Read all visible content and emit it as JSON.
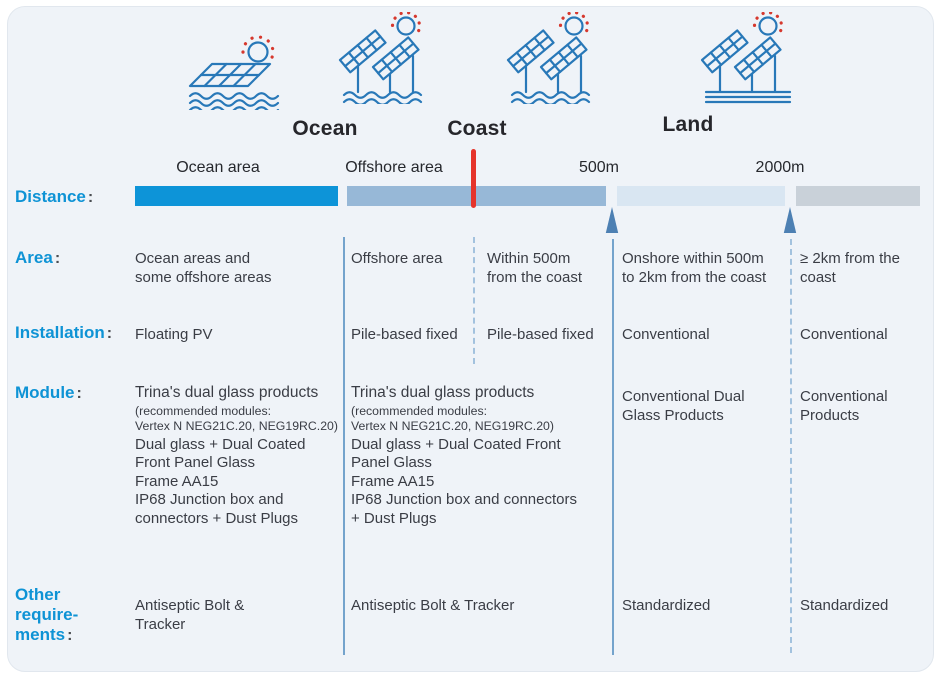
{
  "zones": {
    "labels": [
      {
        "text": "Ocean"
      },
      {
        "text": "Coast"
      },
      {
        "text": "Land"
      }
    ]
  },
  "icons": [
    {
      "name": "floating-pv-icon"
    },
    {
      "name": "offshore-pile-pv-icon"
    },
    {
      "name": "coast-pile-pv-icon"
    },
    {
      "name": "land-pv-icon"
    }
  ],
  "timeline": {
    "row_label": "Distance",
    "markers": [
      {
        "text": "Ocean area"
      },
      {
        "text": "Offshore area"
      },
      {
        "text": "500m"
      },
      {
        "text": "2000m"
      }
    ],
    "segments": [
      {
        "name": "ocean-segment",
        "color": "#0d94d8"
      },
      {
        "name": "offshore-segment",
        "color": "#97b8d7"
      },
      {
        "name": "coast-to-2km-segment",
        "color": "#d9e6f2"
      },
      {
        "name": "beyond-2km-segment",
        "color": "#c9d1d9"
      }
    ]
  },
  "punct": {
    "colon": ":"
  },
  "table": {
    "rows": [
      {
        "label": "Area",
        "cells": [
          {
            "text": "Ocean areas and\nsome offshore areas"
          },
          {
            "text": "Offshore area"
          },
          {
            "text": "Within 500m\nfrom the coast"
          },
          {
            "text": "Onshore within 500m\nto 2km from the coast"
          },
          {
            "text": "≥ 2km from the\ncoast"
          }
        ]
      },
      {
        "label": "Installation",
        "cells": [
          {
            "text": "Floating PV"
          },
          {
            "text": "Pile-based fixed"
          },
          {
            "text": "Pile-based fixed"
          },
          {
            "text": "Conventional"
          },
          {
            "text": "Conventional"
          }
        ]
      },
      {
        "label": "Module",
        "cells": [
          {
            "title": "Trina's dual glass products",
            "note": "(recommended modules:\nVertex N NEG21C.20, NEG19RC.20)",
            "body": "Dual glass + Dual Coated\nFront Panel Glass\nFrame AA15\nIP68 Junction box and\nconnectors + Dust Plugs"
          },
          {
            "title": "Trina's dual glass products",
            "note": "(recommended modules:\nVertex N NEG21C.20, NEG19RC.20)",
            "body": "Dual glass + Dual Coated Front\nPanel Glass\nFrame AA15\nIP68 Junction box and connectors\n+ Dust Plugs"
          },
          {
            "body": "Conventional Dual\nGlass Products"
          },
          {
            "body": "Conventional\nProducts"
          }
        ]
      },
      {
        "label": "Other\nrequire-\nments",
        "cells": [
          {
            "text": "Antiseptic Bolt &\nTracker"
          },
          {
            "text": "Antiseptic Bolt & Tracker"
          },
          {
            "text": "Standardized"
          },
          {
            "text": "Standardized"
          }
        ]
      }
    ]
  },
  "colors": {
    "brand_blue": "#0e93d5",
    "coast_marker": "#e5342b",
    "arrow": "#4d80b3",
    "icon_stroke": "#2878b8",
    "sun_dots": "#d6382e"
  }
}
